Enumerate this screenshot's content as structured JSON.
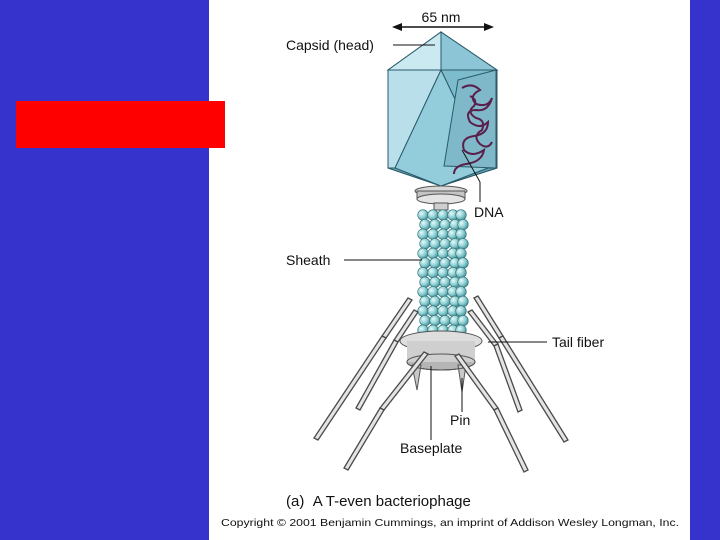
{
  "slide": {
    "colors": {
      "background": "#3533cc",
      "accent_bar": "#ff0000",
      "panel": "#ffffff"
    }
  },
  "figure": {
    "dimension_label": "65 nm",
    "labels": {
      "capsid": "Capsid (head)",
      "dna": "DNA",
      "sheath": "Sheath",
      "tail_fiber": "Tail fiber",
      "pin": "Pin",
      "baseplate": "Baseplate"
    },
    "caption_part": "(a)",
    "caption_text": "A T-even bacteriophage",
    "copyright": "Copyright © 2001 Benjamin Cummings, an imprint of Addison Wesley Longman, Inc."
  }
}
